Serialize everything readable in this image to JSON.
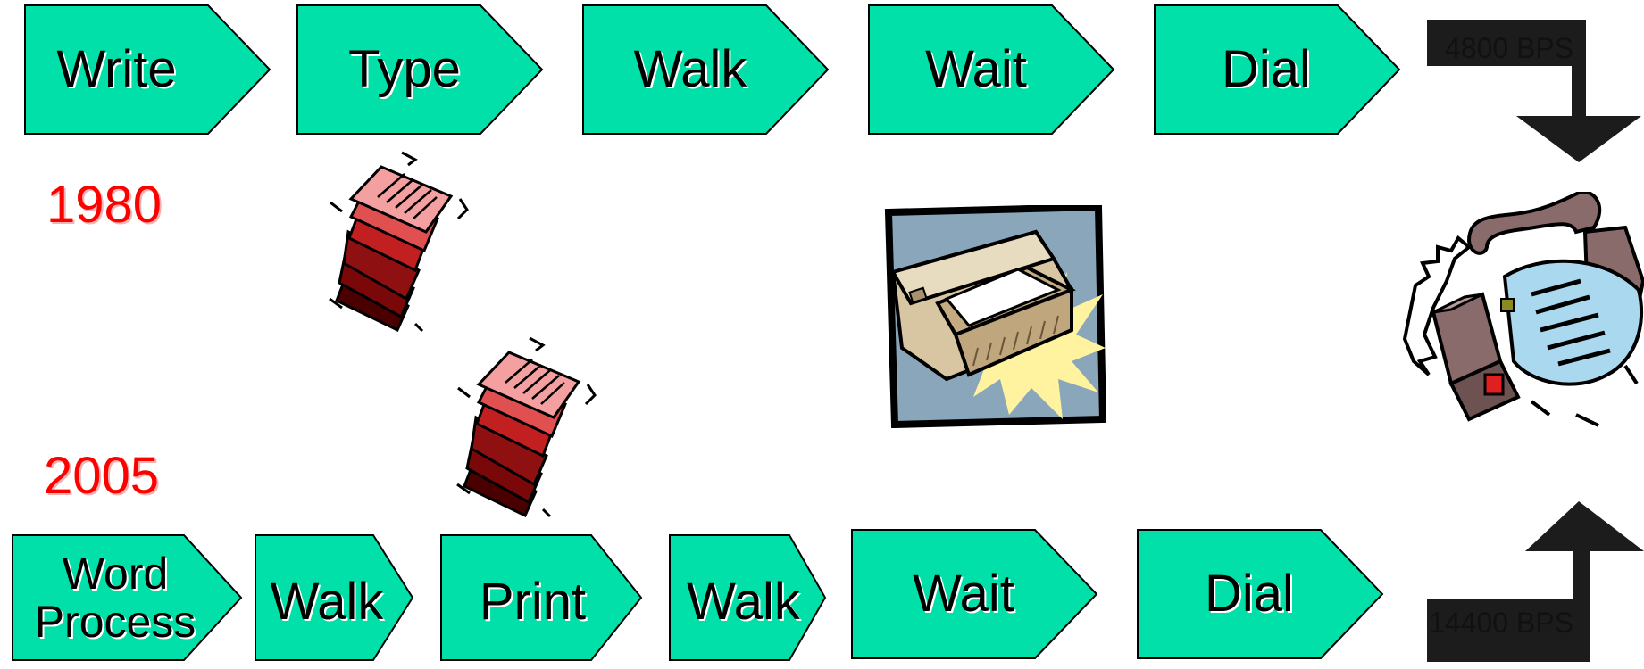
{
  "years": {
    "top": "1980",
    "bottom": "2005"
  },
  "row_1980": [
    "Write",
    "Type",
    "Walk",
    "Wait",
    "Dial"
  ],
  "row_2005": [
    "Word Process",
    "Walk",
    "Print",
    "Walk",
    "Wait",
    "Dial"
  ],
  "speeds": {
    "top": "4800 BPS",
    "bottom": "14400 BPS"
  },
  "colors": {
    "chevron_fill": "#00e0a8",
    "year_text": "#ff0000",
    "arrow": "#1c1c1c"
  },
  "icons": [
    "papers-stack-icon",
    "papers-stack-icon",
    "printer-icon",
    "telephone-modem-icon"
  ]
}
